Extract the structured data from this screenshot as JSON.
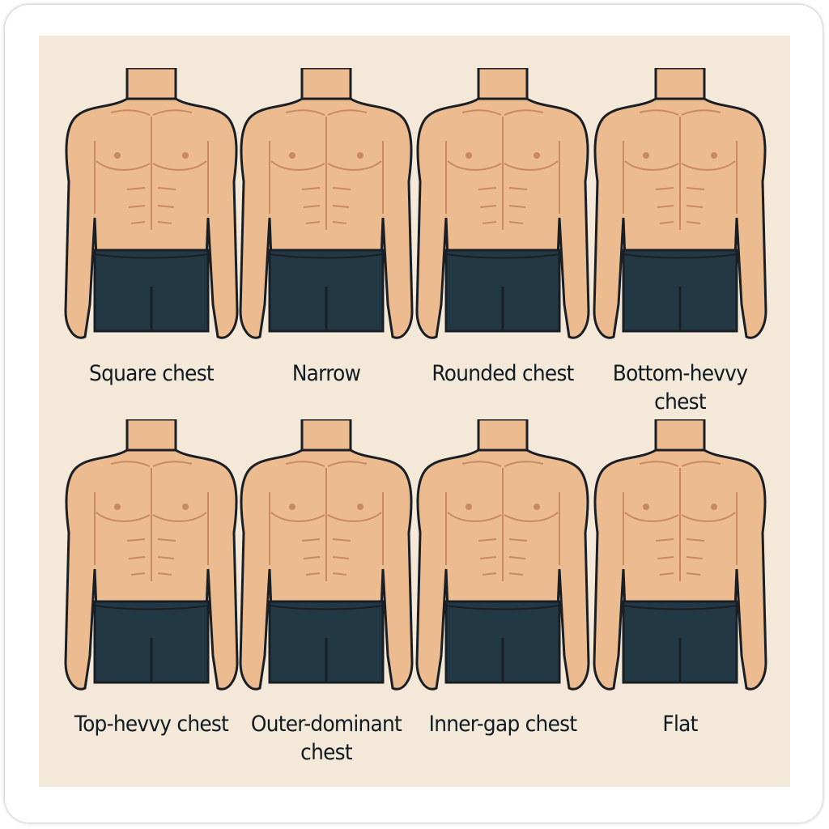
{
  "colors": {
    "background": "#f4e9d8",
    "skin": "#ecbb8f",
    "outline": "#1a1f26",
    "muscle_line": "#c98a60",
    "shorts": "#233845"
  },
  "figures": [
    {
      "label": "Square chest"
    },
    {
      "label": "Narrow"
    },
    {
      "label": "Rounded chest"
    },
    {
      "label": "Bottom-hevvy chest"
    },
    {
      "label": "Top-hevvy chest"
    },
    {
      "label": "Outer-dominant chest"
    },
    {
      "label": "Inner-gap chest"
    },
    {
      "label": "Flat"
    }
  ]
}
